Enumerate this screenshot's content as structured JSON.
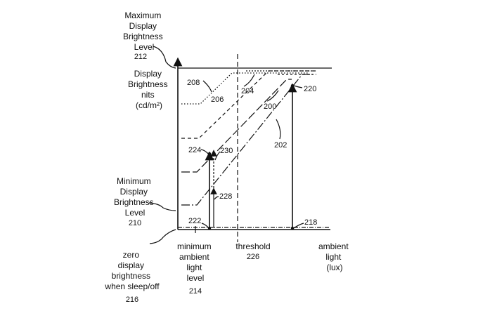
{
  "labels": {
    "max_brightness": [
      "Maximum",
      "Display",
      "Brightness",
      "Level"
    ],
    "max_ref": "212",
    "y_axis": [
      "Display",
      "Brightness",
      "nits",
      "(cd/m²)"
    ],
    "min_brightness": [
      "Minimum",
      "Display",
      "Brightness",
      "Level"
    ],
    "min_ref": "210",
    "zero_brightness": [
      "zero",
      "display",
      "brightness",
      "when sleep/off"
    ],
    "zero_ref": "216",
    "min_ambient": [
      "minimum",
      "ambient",
      "light",
      "level"
    ],
    "min_ambient_ref": "214",
    "threshold": "threshold",
    "threshold_ref": "226",
    "x_axis": [
      "ambient",
      "light",
      "(lux)"
    ]
  },
  "refs": {
    "r200": "200",
    "r202": "202",
    "r204": "204",
    "r206": "206",
    "r208": "208",
    "r218": "218",
    "r220": "220",
    "r222": "222",
    "r224": "224",
    "r228": "228",
    "r230": "230"
  }
}
